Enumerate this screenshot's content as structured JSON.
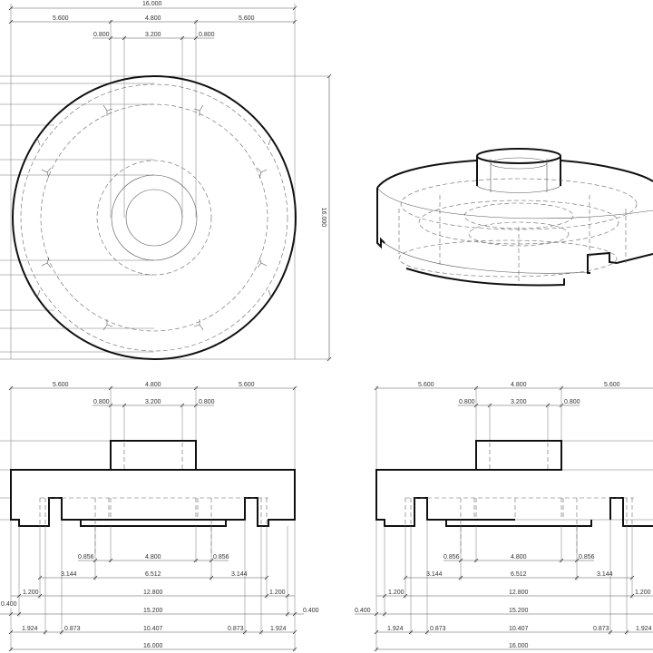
{
  "drawing": {
    "units": "",
    "views": [
      "top-view",
      "isometric-view",
      "front-view-left",
      "front-view-right"
    ]
  },
  "top_view": {
    "dims": {
      "overall": "16.000",
      "row2": [
        "5.600",
        "4.800",
        "5.600"
      ],
      "row3": [
        "0.800",
        "3.200",
        "0.800"
      ],
      "vertical": "16.000"
    }
  },
  "front_view_left": {
    "top_dims": {
      "row1": [
        "5.600",
        "4.800",
        "5.600"
      ],
      "row2": [
        "0.800",
        "3.200",
        "0.800"
      ]
    },
    "bottom_dims": {
      "row1": [
        "0.856",
        "4.800",
        "0.856"
      ],
      "row2": [
        "3.144",
        "6.512",
        "3.144"
      ],
      "row3": [
        "1.200",
        "12.800",
        "1.200"
      ],
      "row4": [
        "0.400",
        "15.200",
        "0.400"
      ],
      "row5": [
        "1.924",
        "0.873",
        "10.407",
        "0.873",
        "1.924"
      ],
      "row6": [
        "16.000"
      ]
    }
  },
  "front_view_right": {
    "top_dims": {
      "row1": [
        "5.600",
        "4.800",
        "5.600"
      ],
      "row2": [
        "0.800",
        "3.200",
        "0.800"
      ]
    },
    "bottom_dims": {
      "row1": [
        "0.856",
        "4.800",
        "0.856"
      ],
      "row2": [
        "3.144",
        "6.512",
        "3.144"
      ],
      "row3": [
        "1.200",
        "12.800",
        "1.200"
      ],
      "row4": [
        "0.400",
        "15.200"
      ],
      "row5": [
        "1.924",
        "0.873",
        "10.407",
        "0.873",
        "1.924"
      ],
      "row6": [
        "16.000"
      ]
    }
  },
  "colors": {
    "background": "#ffffff",
    "outline": "#111111",
    "hidden_lines": "#666666",
    "dimension_lines": "#555555"
  }
}
